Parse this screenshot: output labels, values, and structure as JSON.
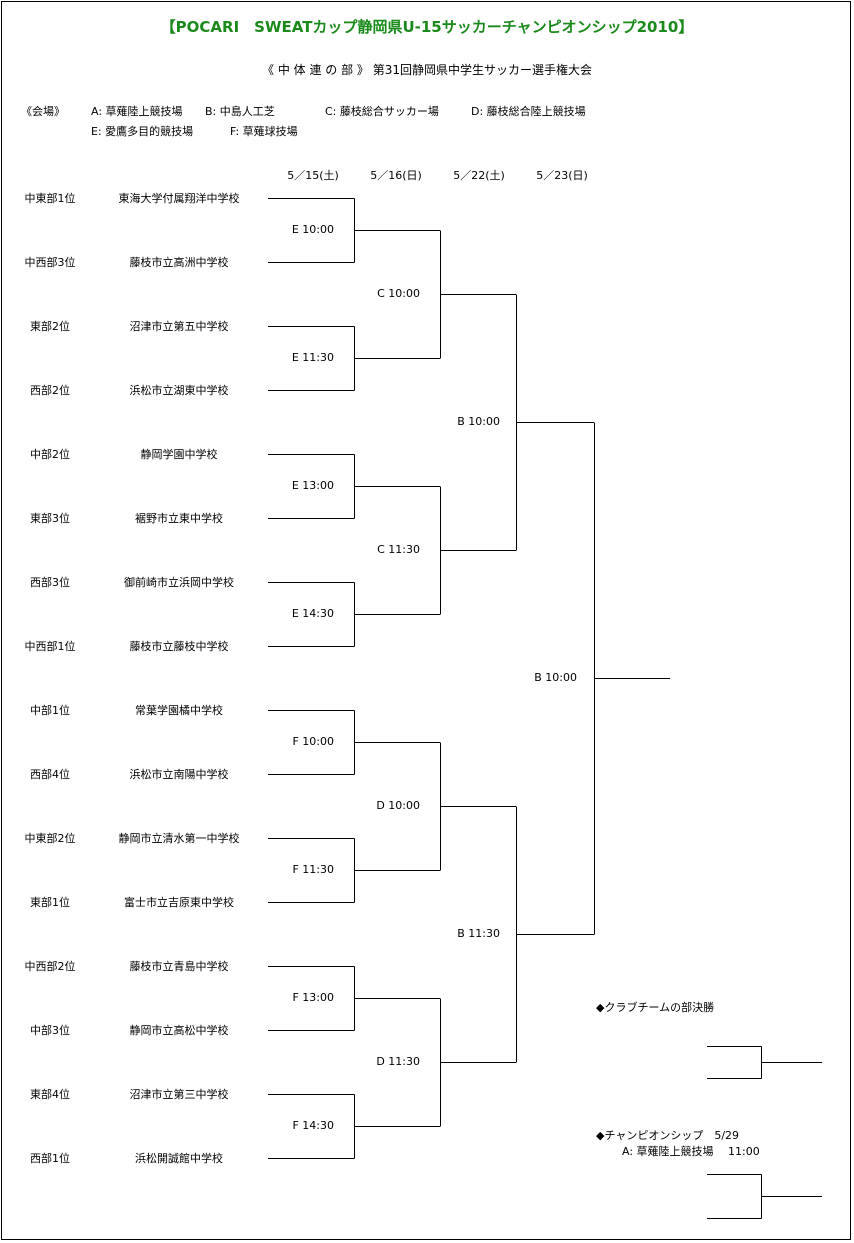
{
  "title": "【POCARI　SWEATカップ静岡県U-15サッカーチャンピオンシップ2010】",
  "subtitle": "《 中 体 連 の 部 》 第31回静岡県中学生サッカー選手権大会",
  "venues": {
    "label": "《会場》",
    "row1": [
      "A: 草薙陸上競技場",
      "B: 中島人工芝",
      "C: 藤枝総合サッカー場",
      "D: 藤枝総合陸上競技場"
    ],
    "row2": [
      "E: 愛鷹多目的競技場",
      "F: 草薙球技場"
    ]
  },
  "dates": [
    "5／15(土)",
    "5／16(日)",
    "5／22(土)",
    "5／23(日)"
  ],
  "teams": [
    {
      "seed": "中東部1位",
      "name": "東海大学付属翔洋中学校"
    },
    {
      "seed": "中西部3位",
      "name": "藤枝市立高洲中学校"
    },
    {
      "seed": "東部2位",
      "name": "沼津市立第五中学校"
    },
    {
      "seed": "西部2位",
      "name": "浜松市立湖東中学校"
    },
    {
      "seed": "中部2位",
      "name": "静岡学園中学校"
    },
    {
      "seed": "東部3位",
      "name": "裾野市立東中学校"
    },
    {
      "seed": "西部3位",
      "name": "御前崎市立浜岡中学校"
    },
    {
      "seed": "中西部1位",
      "name": "藤枝市立藤枝中学校"
    },
    {
      "seed": "中部1位",
      "name": "常葉学園橘中学校"
    },
    {
      "seed": "西部4位",
      "name": "浜松市立南陽中学校"
    },
    {
      "seed": "中東部2位",
      "name": "静岡市立清水第一中学校"
    },
    {
      "seed": "東部1位",
      "name": "富士市立吉原東中学校"
    },
    {
      "seed": "中西部2位",
      "name": "藤枝市立青島中学校"
    },
    {
      "seed": "中部3位",
      "name": "静岡市立高松中学校"
    },
    {
      "seed": "東部4位",
      "name": "沼津市立第三中学校"
    },
    {
      "seed": "西部1位",
      "name": "浜松開誠館中学校"
    }
  ],
  "round1": [
    "E 10:00",
    "E 11:30",
    "E 13:00",
    "E 14:30",
    "F 10:00",
    "F 11:30",
    "F 13:00",
    "F 14:30"
  ],
  "round2": [
    "C 10:00",
    "C 11:30",
    "D 10:00",
    "D 11:30"
  ],
  "round3": [
    "B 10:00",
    "B 11:30"
  ],
  "final": "B 10:00",
  "club_final": {
    "label": "◆クラブチームの部決勝"
  },
  "championship": {
    "label": "◆チャンピオンシップ　5/29",
    "venue": "A: 草薙陸上競技場　 11:00"
  }
}
